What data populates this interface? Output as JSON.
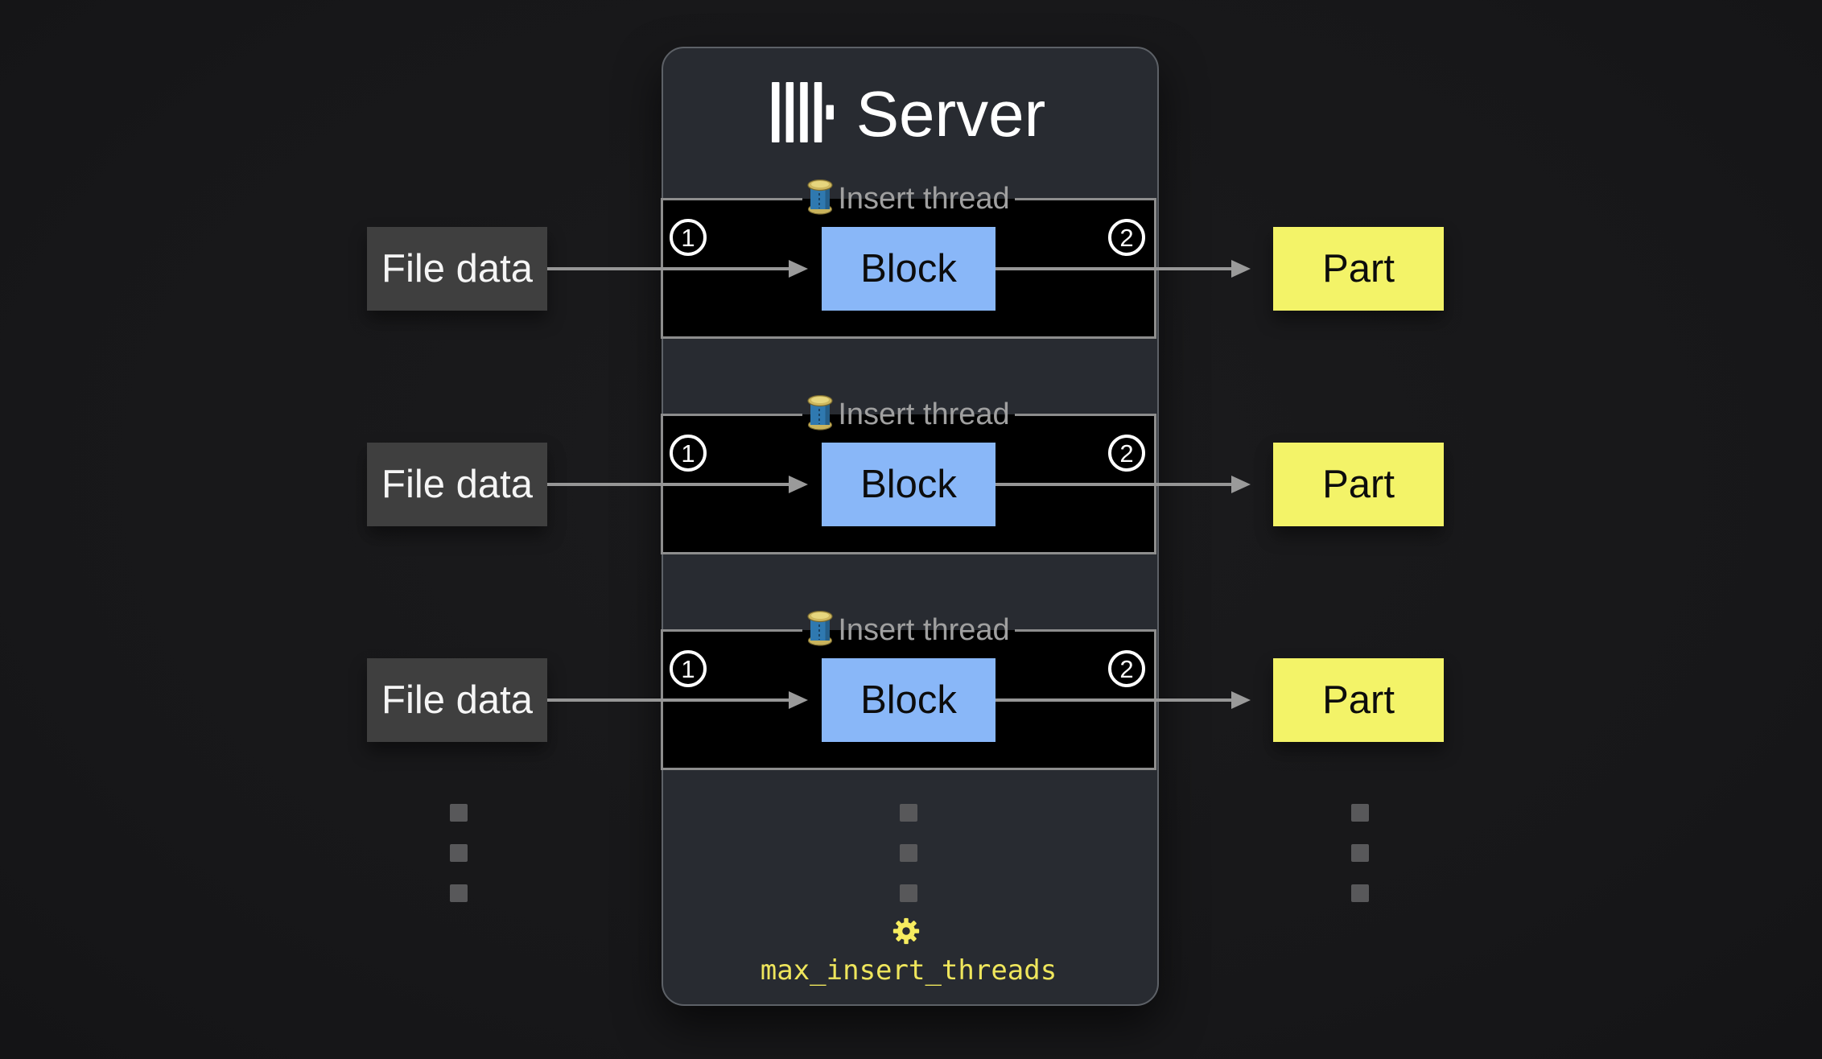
{
  "diagram": {
    "server": {
      "logo_icon": "clickhouse-logo",
      "title": "Server",
      "footer": {
        "gear_icon": "gear",
        "setting_name": "max_insert_threads"
      }
    },
    "threads": [
      {
        "legend_icon": "thread-spool",
        "legend": "Insert thread",
        "input_step": "1",
        "block_label": "Block",
        "output_step": "2"
      },
      {
        "legend_icon": "thread-spool",
        "legend": "Insert thread",
        "input_step": "1",
        "block_label": "Block",
        "output_step": "2"
      },
      {
        "legend_icon": "thread-spool",
        "legend": "Insert thread",
        "input_step": "1",
        "block_label": "Block",
        "output_step": "2"
      }
    ],
    "inputs": [
      "File data",
      "File data",
      "File data"
    ],
    "outputs": [
      "Part",
      "Part",
      "Part"
    ],
    "continuation_icon": "vertical-ellipsis-dots",
    "colors": {
      "page_bg": "#18181a",
      "server_bg": "#282b31",
      "server_border": "#5d6167",
      "thread_box_bg": "#000000",
      "thread_box_border": "#8d8d8d",
      "legend_text": "#a0a0a0",
      "block_fill": "#89b7f8",
      "input_fill": "#3f3f3f",
      "output_fill": "#f3f368",
      "arrow": "#969696",
      "badge": "#ffffff",
      "setting_text": "#efe65c",
      "gear": "#f6ec5f",
      "title_text": "#ffffff"
    }
  }
}
